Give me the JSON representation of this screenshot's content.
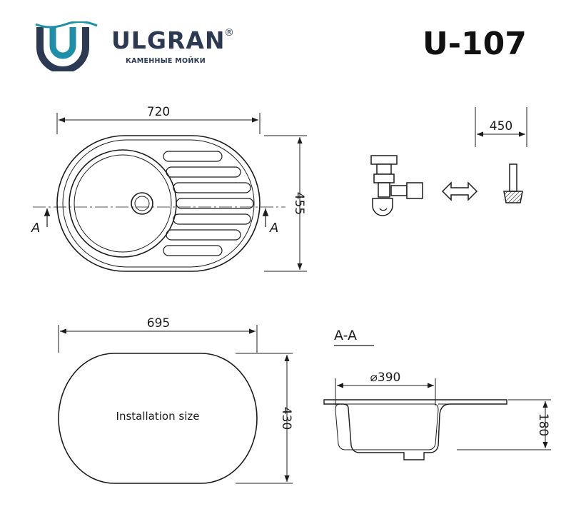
{
  "brand": {
    "name": "ULGRAN",
    "registered_mark": "®",
    "tagline": "КАМЕННЫЕ МОЙКИ",
    "logo_icon": "ulgran-logo-icon"
  },
  "model": "U-107",
  "colors": {
    "brand_dark": "#2b3a52",
    "brand_teal": "#1f8fa8",
    "line": "#1c1c1c"
  },
  "top_view": {
    "width_dim": "720",
    "height_dim": "455",
    "section_marker_left": "A",
    "section_marker_right": "A"
  },
  "siphon": {
    "cabinet_dim": "450",
    "arrow_icon": "double-arrow-icon",
    "siphon_icon": "siphon-icon",
    "drain_icon": "drain-pipe-icon"
  },
  "cutout": {
    "width_dim": "695",
    "height_dim": "430",
    "label": "Installation size"
  },
  "section": {
    "title": "A-A",
    "bowl_dim": "⌀390",
    "depth_dim": "180"
  }
}
